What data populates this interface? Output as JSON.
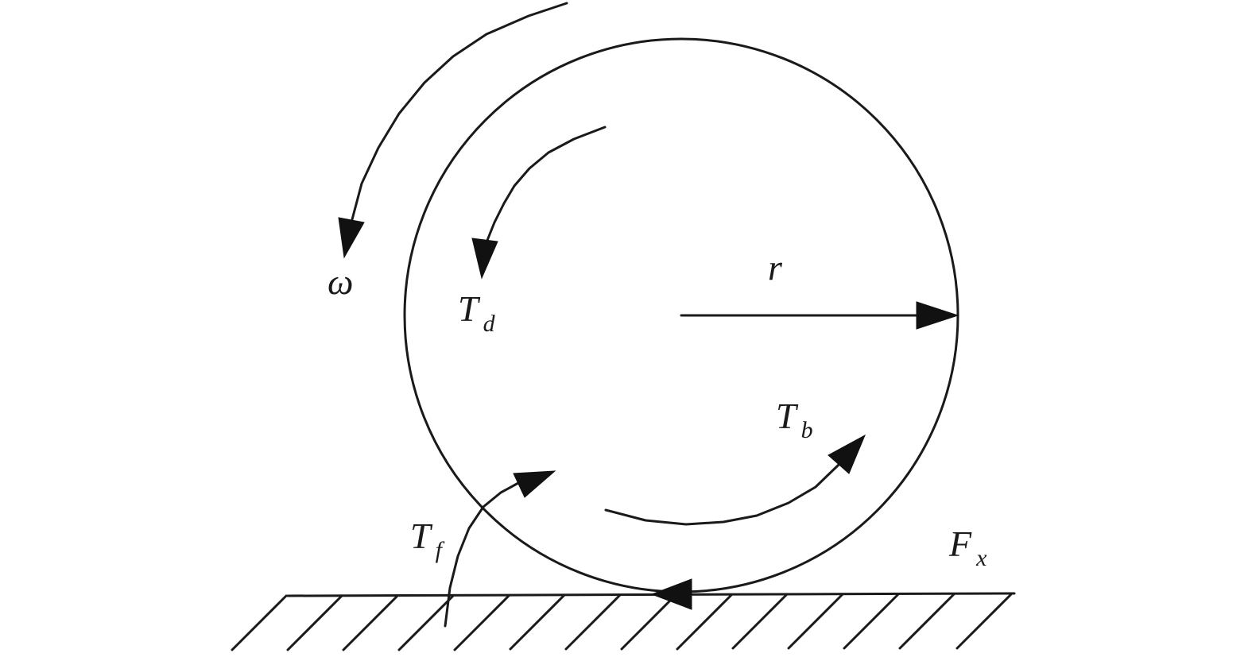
{
  "diagram": {
    "labels": {
      "omega": "ω",
      "r": "r",
      "t_d_main": "T",
      "t_d_sub": "d",
      "t_b_main": "T",
      "t_b_sub": "b",
      "t_f_main": "T",
      "t_f_sub": "f",
      "f_x_main": "F",
      "f_x_sub": "x"
    }
  }
}
